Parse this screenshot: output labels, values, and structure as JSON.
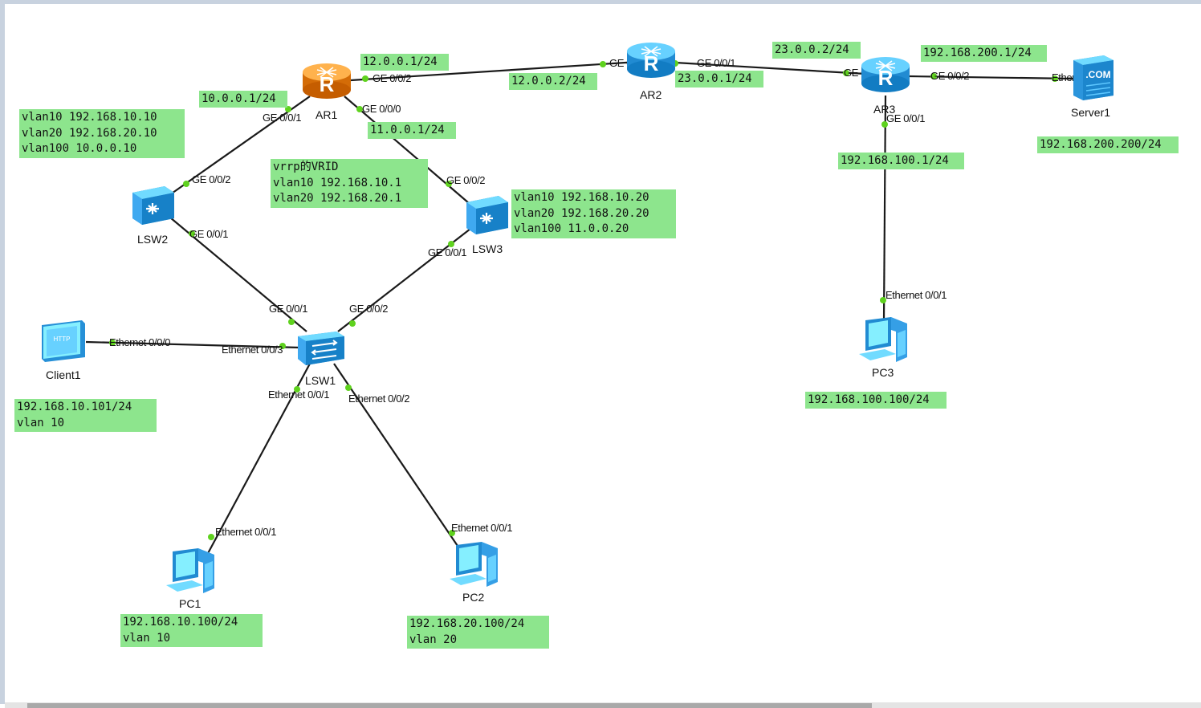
{
  "devices": [
    {
      "id": "AR1",
      "name": "AR1",
      "type": "router",
      "color": "#f28a25",
      "icon": "router-icon"
    },
    {
      "id": "AR2",
      "name": "AR2",
      "type": "router",
      "color": "#3fa9f0",
      "icon": "router-icon"
    },
    {
      "id": "AR3",
      "name": "AR3",
      "type": "router",
      "color": "#3fa9f0",
      "icon": "router-icon"
    },
    {
      "id": "LSW1",
      "name": "LSW1",
      "type": "switch",
      "color": "#3fa9f0",
      "icon": "switch-icon"
    },
    {
      "id": "LSW2",
      "name": "LSW2",
      "type": "l3switch",
      "color": "#3fa9f0",
      "icon": "l3-switch-icon"
    },
    {
      "id": "LSW3",
      "name": "LSW3",
      "type": "l3switch",
      "color": "#3fa9f0",
      "icon": "l3-switch-icon"
    },
    {
      "id": "Server1",
      "name": "Server1",
      "type": "server",
      "color": "#3fa9f0",
      "icon": "server-icon"
    },
    {
      "id": "Client1",
      "name": "Client1",
      "type": "client",
      "color": "#3fa9f0",
      "icon": "http-client-icon"
    },
    {
      "id": "PC1",
      "name": "PC1",
      "type": "pc",
      "color": "#3fa9f0",
      "icon": "pc-icon"
    },
    {
      "id": "PC2",
      "name": "PC2",
      "type": "pc",
      "color": "#3fa9f0",
      "icon": "pc-icon"
    },
    {
      "id": "PC3",
      "name": "PC3",
      "type": "pc",
      "color": "#3fa9f0",
      "icon": "pc-icon"
    }
  ],
  "links": [
    {
      "id": "ar1-ar2",
      "a": "AR1",
      "a_port": "GE 0/0/2",
      "b": "AR2",
      "b_port": "GE 0/0/0"
    },
    {
      "id": "ar2-ar3",
      "a": "AR2",
      "a_port": "GE 0/0/1",
      "b": "AR3",
      "b_port": "GE 0/0/0"
    },
    {
      "id": "ar3-server1",
      "a": "AR3",
      "a_port": "GE 0/0/2",
      "b": "Server1",
      "b_port": "Ethernet 0/0/0"
    },
    {
      "id": "ar3-pc3",
      "a": "AR3",
      "a_port": "GE 0/0/1",
      "b": "PC3",
      "b_port": "Ethernet 0/0/1"
    },
    {
      "id": "ar1-lsw2",
      "a": "AR1",
      "a_port": "GE 0/0/1",
      "b": "LSW2",
      "b_port": "GE 0/0/2"
    },
    {
      "id": "ar1-lsw3",
      "a": "AR1",
      "a_port": "GE 0/0/0",
      "b": "LSW3",
      "b_port": "GE 0/0/2"
    },
    {
      "id": "lsw2-lsw1",
      "a": "LSW2",
      "a_port": "GE 0/0/1",
      "b": "LSW1",
      "b_port": "GE 0/0/1"
    },
    {
      "id": "lsw3-lsw1",
      "a": "LSW3",
      "a_port": "GE 0/0/1",
      "b": "LSW1",
      "b_port": "GE 0/0/2"
    },
    {
      "id": "client1-lsw1",
      "a": "Client1",
      "a_port": "Ethernet 0/0/0",
      "b": "LSW1",
      "b_port": "Ethernet 0/0/3"
    },
    {
      "id": "lsw1-pc1",
      "a": "LSW1",
      "a_port": "Ethernet 0/0/1",
      "b": "PC1",
      "b_port": "Ethernet 0/0/1"
    },
    {
      "id": "lsw1-pc2",
      "a": "LSW1",
      "a_port": "Ethernet 0/0/2",
      "b": "PC2",
      "b_port": "Ethernet 0/0/1"
    }
  ],
  "notes": [
    {
      "id": "ar1-ge002-ip",
      "lines": [
        "12.0.0.1/24"
      ]
    },
    {
      "id": "ar1-ge001-ip",
      "lines": [
        "10.0.0.1/24"
      ]
    },
    {
      "id": "ar1-ge000-ip",
      "lines": [
        "11.0.0.1/24"
      ]
    },
    {
      "id": "ar2-ge000-ip",
      "lines": [
        "12.0.0.2/24"
      ]
    },
    {
      "id": "ar2-ge001-ip",
      "lines": [
        "23.0.0.1/24"
      ]
    },
    {
      "id": "ar3-ge000-ip",
      "lines": [
        "23.0.0.2/24"
      ]
    },
    {
      "id": "ar3-ge002-ip",
      "lines": [
        "192.168.200.1/24"
      ]
    },
    {
      "id": "ar3-ge001-ip",
      "lines": [
        "192.168.100.1/24"
      ]
    },
    {
      "id": "server1-ip",
      "lines": [
        "192.168.200.200/24"
      ]
    },
    {
      "id": "lsw2-vlanif",
      "lines": [
        "vlan10 192.168.10.10",
        "vlan20 192.168.20.10",
        "vlan100 10.0.0.10"
      ]
    },
    {
      "id": "vrrp-vrid",
      "lines": [
        "vrrp的VRID",
        "vlan10 192.168.10.1",
        "vlan20 192.168.20.1"
      ]
    },
    {
      "id": "lsw3-vlanif",
      "lines": [
        "vlan10 192.168.10.20",
        "vlan20 192.168.20.20",
        "vlan100 11.0.0.20"
      ]
    },
    {
      "id": "client1-ip",
      "lines": [
        "192.168.10.101/24",
        "vlan 10"
      ]
    },
    {
      "id": "pc1-ip",
      "lines": [
        "192.168.10.100/24",
        "vlan 10"
      ]
    },
    {
      "id": "pc2-ip",
      "lines": [
        "192.168.20.100/24",
        "vlan 20"
      ]
    },
    {
      "id": "pc3-ip",
      "lines": [
        "192.168.100.100/24"
      ]
    }
  ],
  "colors": {
    "note_bg": "#8de58d",
    "port_dot": "#5fd21e",
    "link": "#1a1a1a"
  }
}
